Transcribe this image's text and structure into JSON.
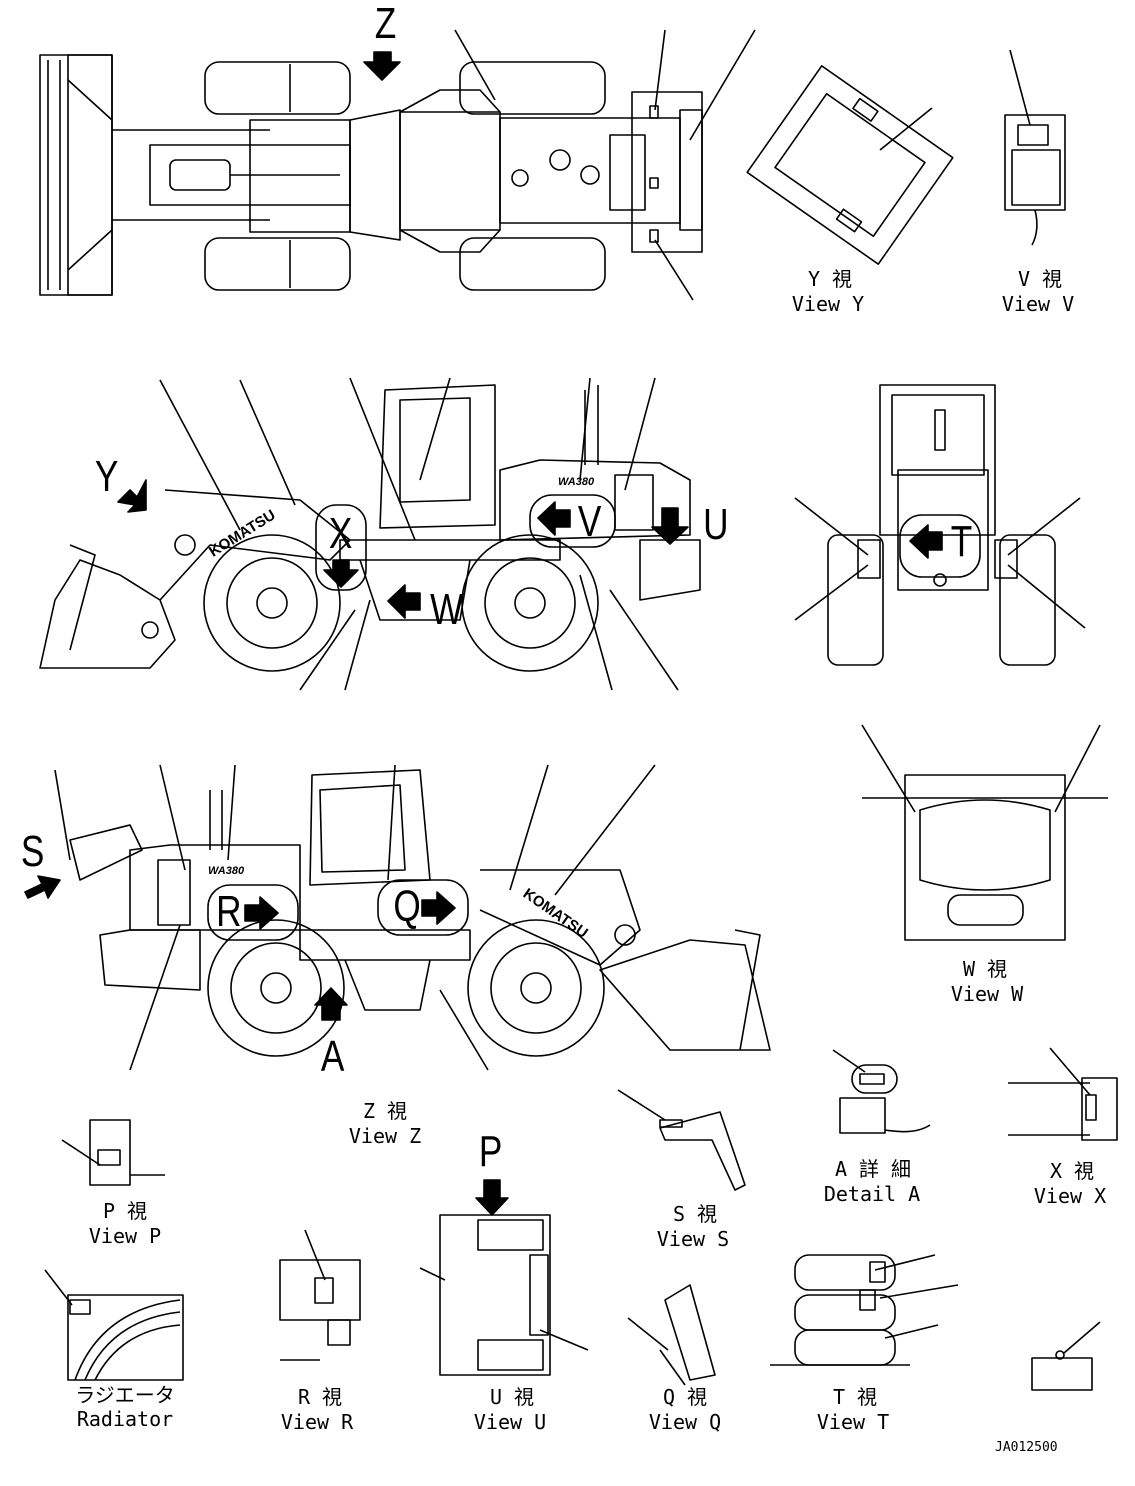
{
  "view_letters": {
    "z": "Z",
    "y": "Y",
    "x": "X",
    "w": "W",
    "v": "V",
    "u": "U",
    "t": "T",
    "s": "S",
    "r": "R",
    "q": "Q",
    "a": "A",
    "p": "P"
  },
  "captions": {
    "view_y": {
      "jp": "Y 視",
      "en": "View Y"
    },
    "view_v": {
      "jp": "V 視",
      "en": "View V"
    },
    "view_w": {
      "jp": "W 視",
      "en": "View W"
    },
    "view_z": {
      "jp": "Z 視",
      "en": "View Z"
    },
    "detail_a": {
      "jp": "A 詳 細",
      "en": "Detail A"
    },
    "view_x": {
      "jp": "X 視",
      "en": "View X"
    },
    "view_p": {
      "jp": "P 視",
      "en": "View P"
    },
    "view_s": {
      "jp": "S 視",
      "en": "View S"
    },
    "radiator": {
      "jp": "ラジエータ",
      "en": "Radiator"
    },
    "view_r": {
      "jp": "R 視",
      "en": "View R"
    },
    "view_u": {
      "jp": "U 視",
      "en": "View U"
    },
    "view_q": {
      "jp": "Q 視",
      "en": "View Q"
    },
    "view_t": {
      "jp": "T 視",
      "en": "View T"
    }
  },
  "brand_texts": {
    "boom": "KOMATSU",
    "model": "WA380"
  },
  "drawing_code": "JA012500"
}
